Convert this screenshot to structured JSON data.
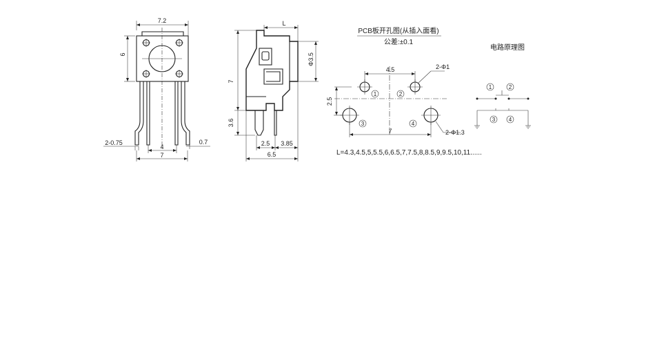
{
  "front_view": {
    "width_label": "7.2",
    "height_label": "6",
    "pin_width_label": "2-0.75",
    "pin_gap_label": "4",
    "pin_span_label": "7",
    "pin_thick_label": "0.7"
  },
  "side_view": {
    "l_label": "L",
    "dia_label": "Φ3.5",
    "height_label": "7",
    "lead_label": "3.6",
    "off_a_label": "2.5",
    "off_b_label": "3.85",
    "total_label": "6.5"
  },
  "pcb_layout": {
    "title": "PCB板开孔图(从插入面看)",
    "tolerance": "公差:±0.1",
    "spacing_x_label": "4.5",
    "small_hole_label": "2-Φ1",
    "spacing_y_label": "2.5",
    "large_hole_label": "2-Φ1.3",
    "span_label": "7",
    "pins": [
      "1",
      "2",
      "3",
      "4"
    ],
    "length_options": "L=4.3,4.5,5,5.5,6,6.5,7,7.5,8,8.5,9,9.5,10,11......"
  },
  "circuit": {
    "title": "电路原理图",
    "pins": [
      "1",
      "2",
      "3",
      "4"
    ]
  }
}
